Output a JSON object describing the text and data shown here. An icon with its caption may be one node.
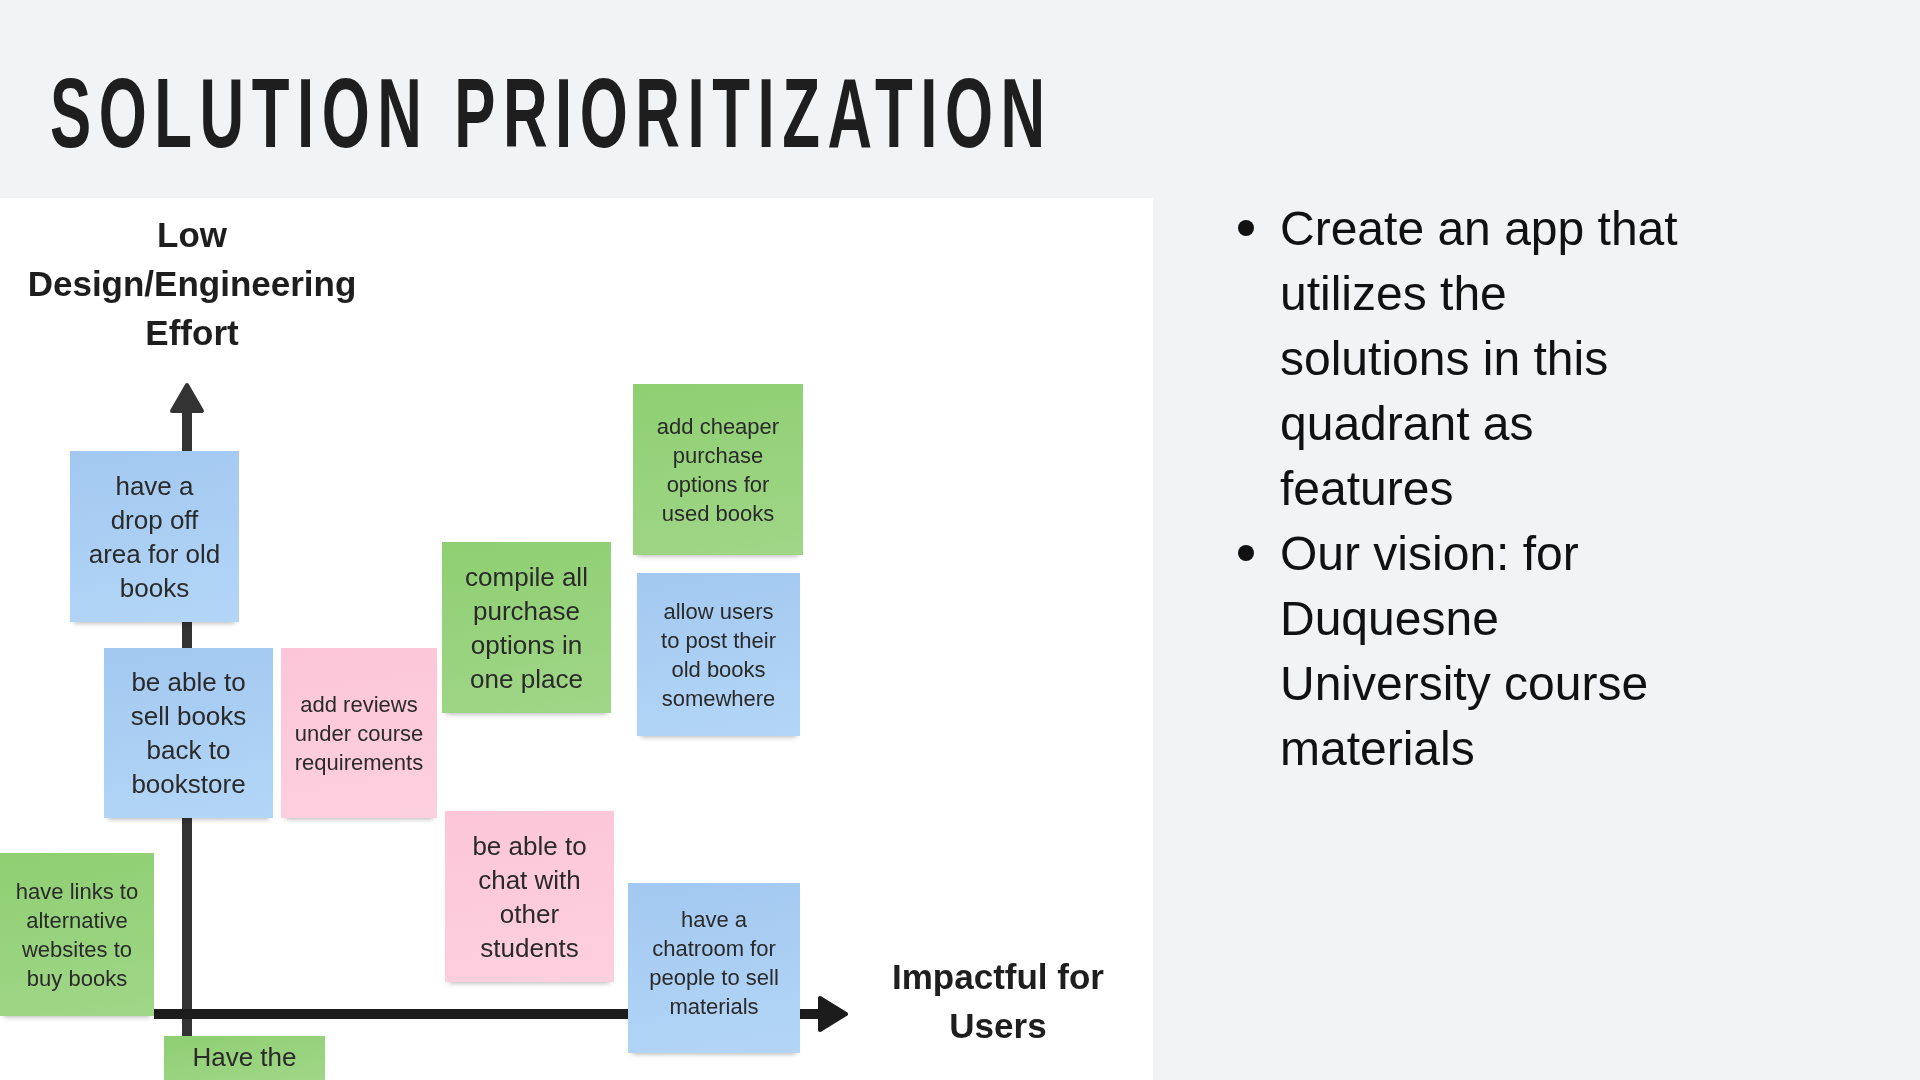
{
  "diagram": {
    "title": "SOLUTION PRIORITIZATION",
    "nodes": [
      {
        "text": [
          "add cheaper purchase options for used books"
        ]
      },
      {
        "text": [
          "have a drop off area for old books"
        ]
      },
      {
        "text": [
          "compile all purchase options in one place"
        ]
      },
      {
        "text": [
          "allow users to post their old books somewhere"
        ]
      },
      {
        "text": [
          "be able to sell books back to bookstore"
        ]
      },
      {
        "text": [
          "add reviews under course requirements"
        ]
      },
      {
        "text": [
          "be able to chat with other students"
        ]
      },
      {
        "text": [
          "have links to alternative websites to buy books"
        ]
      },
      {
        "text": [
          "have a chatroom for people to sell materials"
        ]
      },
      {
        "text": [
          "Have the"
        ]
      }
    ],
    "labels": [
      "Low Design/Engineering Effort",
      "Impactful for Users",
      "Create an app that utilizes the solutions in this quadrant as features",
      "Our vision: for Duquesne University course materials"
    ]
  }
}
